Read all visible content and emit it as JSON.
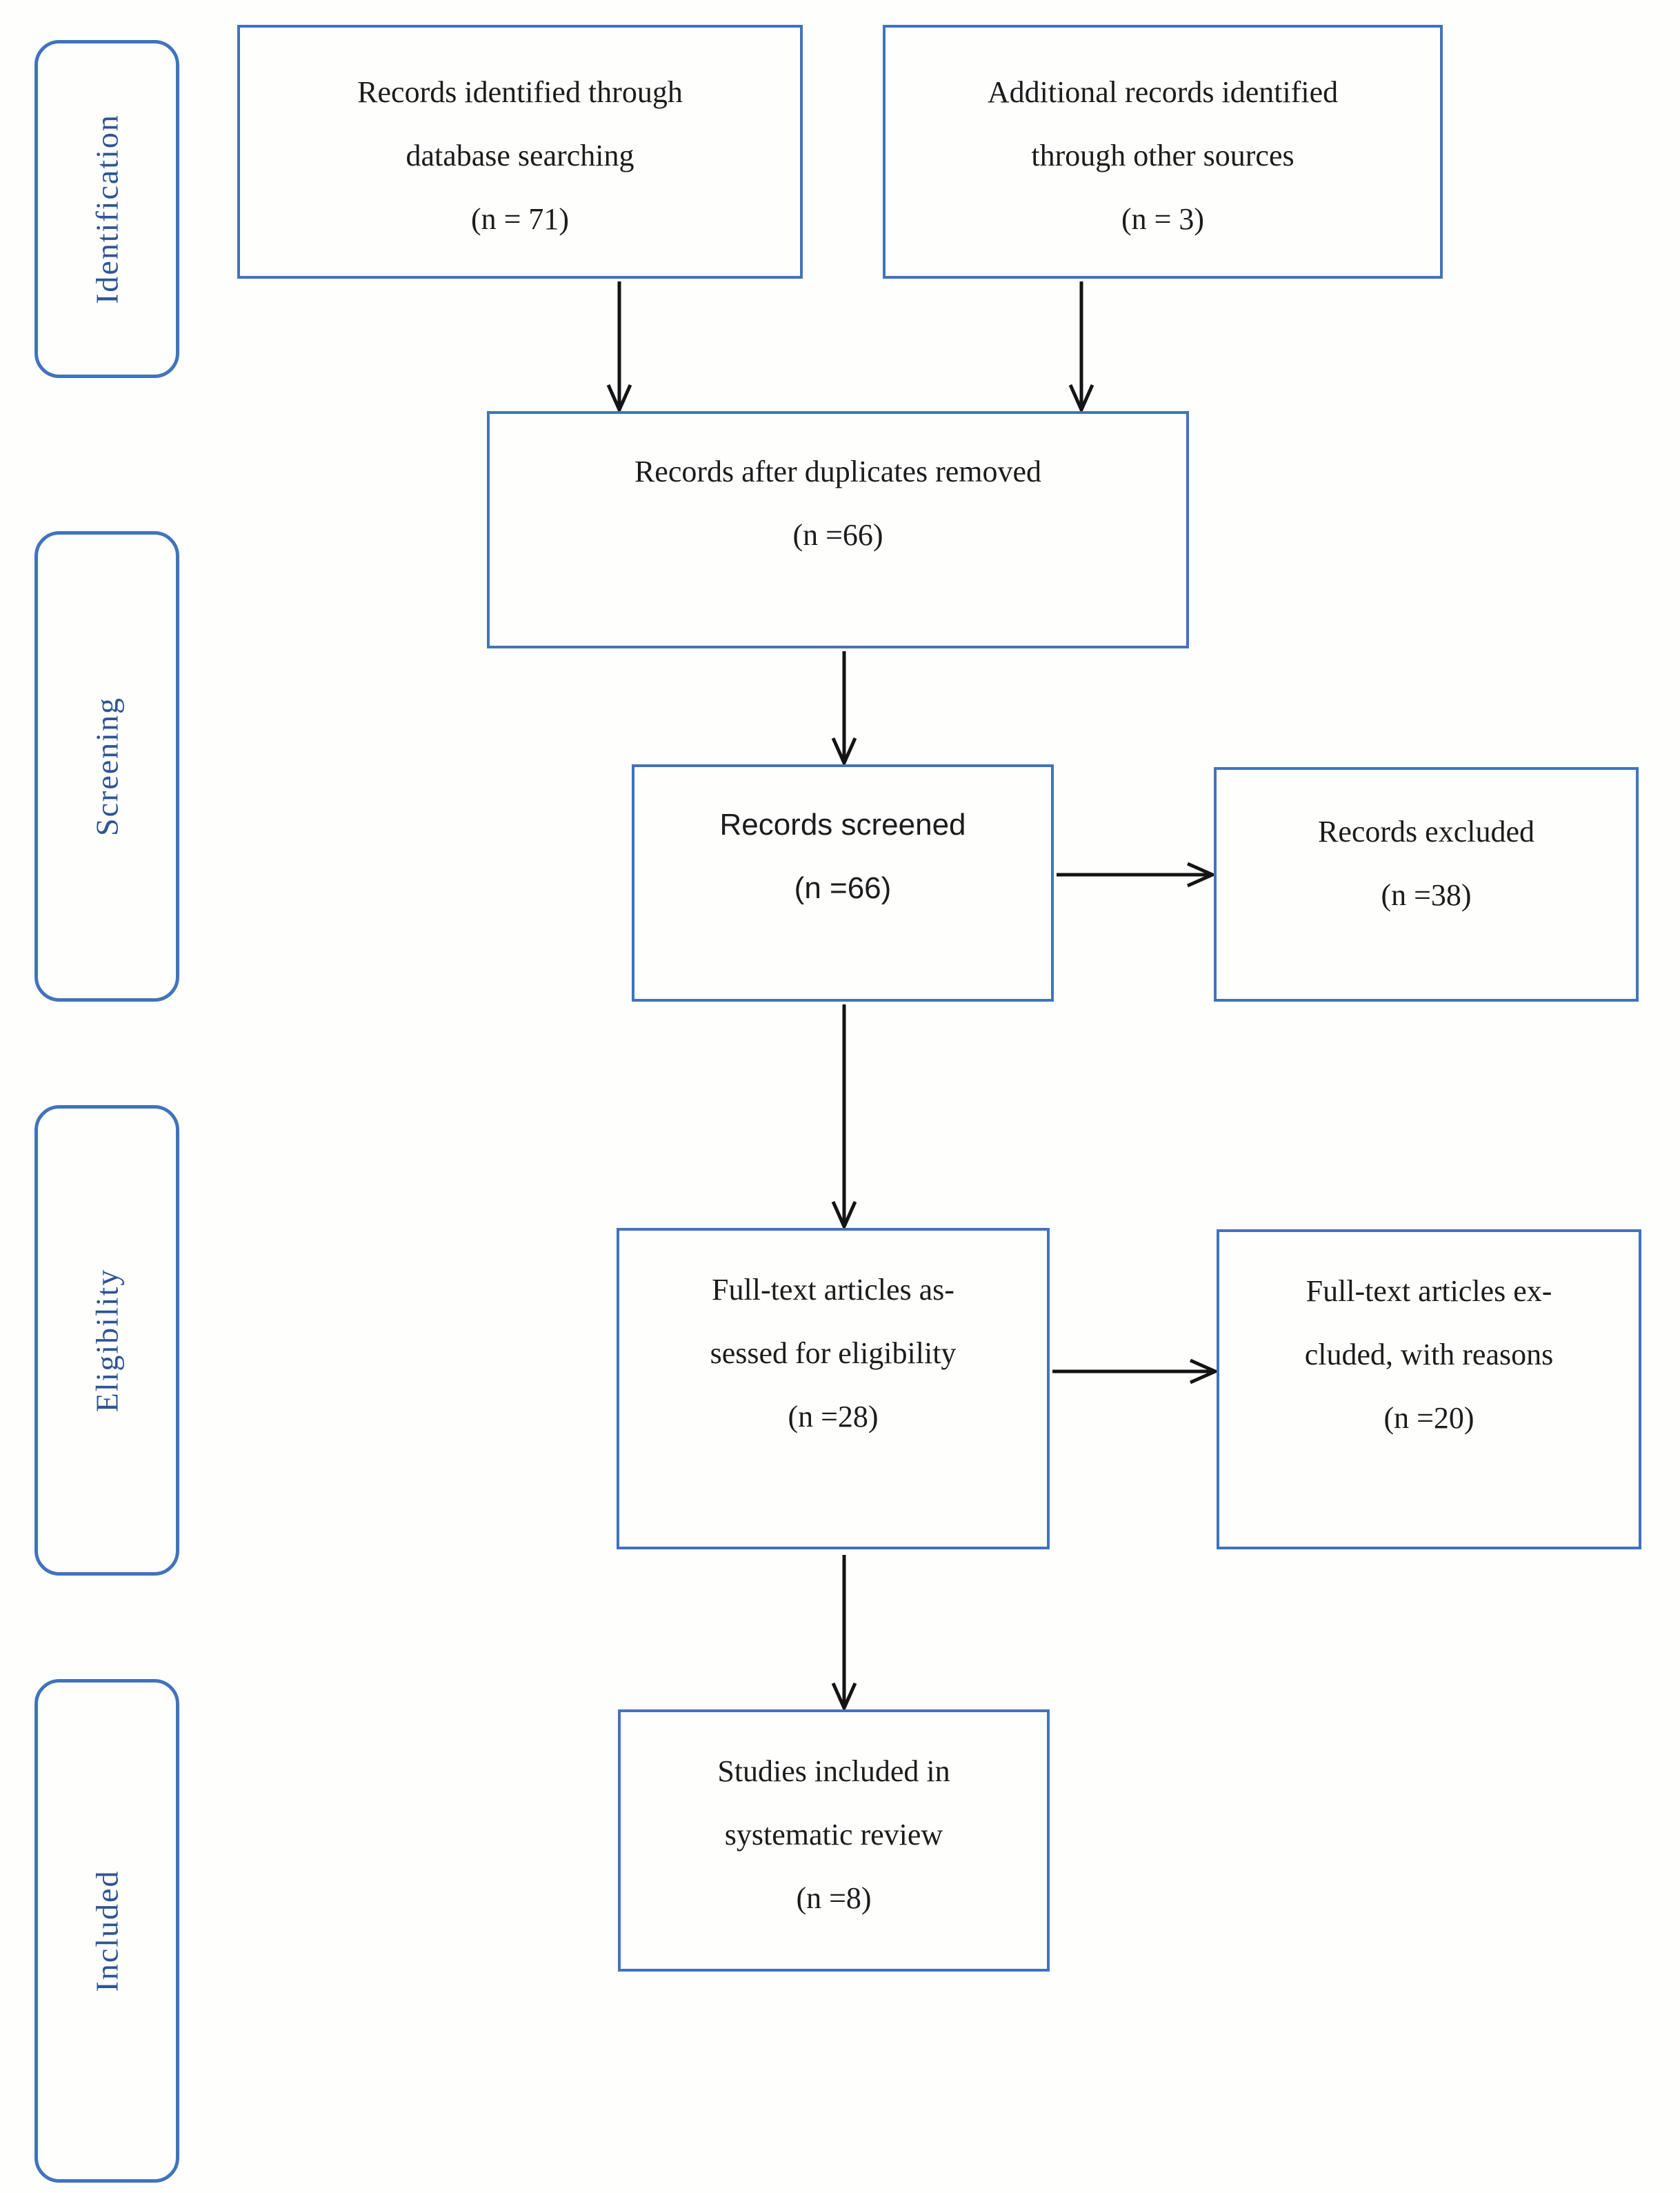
{
  "colors": {
    "box_border_blue": "#4173bd",
    "stage_text_blue": "#2f5496",
    "body_text": "#1c1c1c",
    "arrow_black": "#141414",
    "background": "#fefefd"
  },
  "stages": [
    {
      "label": "Identification"
    },
    {
      "label": "Screening"
    },
    {
      "label": "Eligibility"
    },
    {
      "label": "Included"
    }
  ],
  "boxes": {
    "db_search": {
      "lines": [
        "Records identified through",
        "database searching",
        "(n = 71)"
      ]
    },
    "other_sources": {
      "lines": [
        "Additional records identified",
        "through other sources",
        "(n = 3)"
      ]
    },
    "after_duplicates": {
      "lines": [
        "Records after duplicates removed",
        "(n =66)"
      ]
    },
    "screened": {
      "lines": [
        "Records screened",
        "(n =66)"
      ]
    },
    "excluded": {
      "lines": [
        "Records excluded",
        "(n =38)"
      ]
    },
    "fulltext_assessed": {
      "lines": [
        "Full-text articles as-",
        "sessed for eligibility",
        "(n =28)"
      ]
    },
    "fulltext_excluded": {
      "lines": [
        "Full-text articles ex-",
        "cluded, with reasons",
        "(n =20)"
      ]
    },
    "included_studies": {
      "lines": [
        "Studies included in",
        "systematic review",
        "(n =8)"
      ]
    }
  }
}
